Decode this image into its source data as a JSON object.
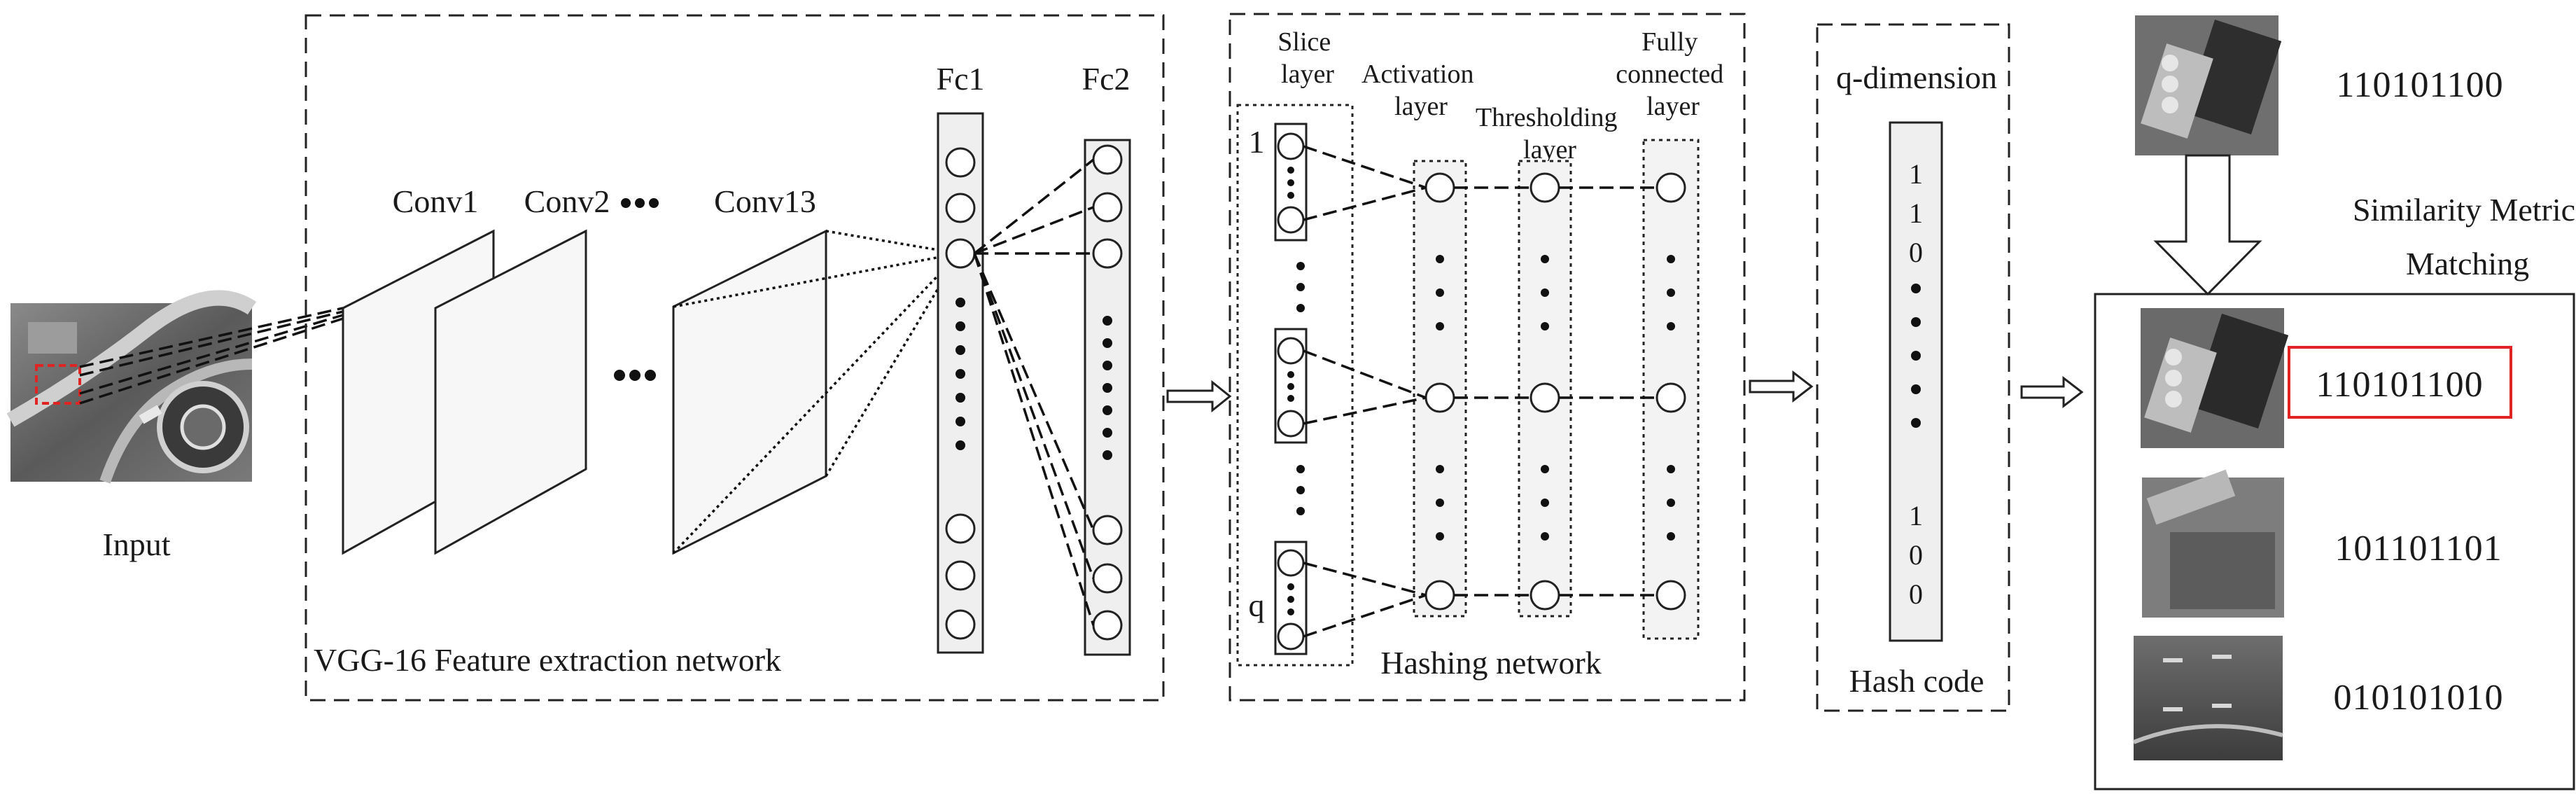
{
  "input": {
    "label": "Input"
  },
  "vgg": {
    "title": "VGG-16 Feature extraction network",
    "conv1": "Conv1",
    "conv2": "Conv2",
    "conv13": "Conv13",
    "fc1": "Fc1",
    "fc2": "Fc2"
  },
  "hashing": {
    "title": "Hashing network",
    "slice_label": "Slice\nlayer",
    "activation_label": "Activation\nlayer",
    "thresholding_label": "Thresholding\nlayer",
    "fully_label": "Fully\nconnected\nlayer",
    "index_first": "1",
    "index_last": "q"
  },
  "hash_code": {
    "title": "q-dimension",
    "footer": "Hash code",
    "top_bits": [
      "1",
      "1",
      "0"
    ],
    "bottom_bits": [
      "1",
      "0",
      "0"
    ]
  },
  "retrieval": {
    "query_code": "110101100",
    "similarity_label": "Similarity Metric",
    "matching_label": "Matching",
    "results": [
      {
        "code": "110101100",
        "highlighted": true
      },
      {
        "code": "101101101",
        "highlighted": false
      },
      {
        "code": "010101010",
        "highlighted": false
      }
    ]
  },
  "colors": {
    "highlight": "#e02424",
    "line": "#222222"
  }
}
